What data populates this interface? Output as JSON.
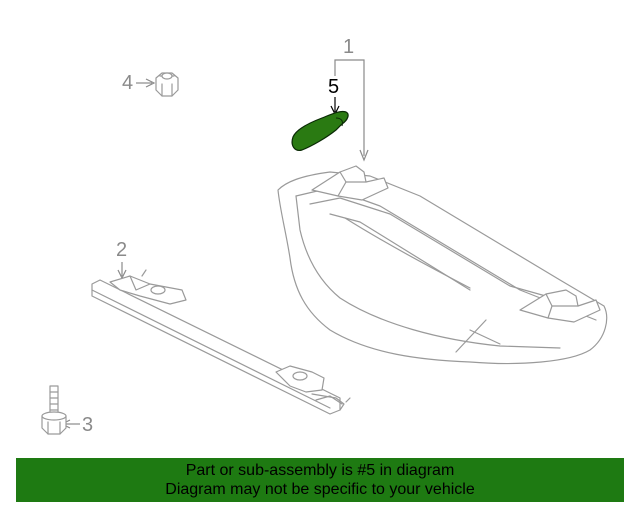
{
  "callouts": {
    "c1": "1",
    "c2": "2",
    "c3": "3",
    "c4": "4",
    "c5": "5"
  },
  "highlight_color": "#2a7a12",
  "banner": {
    "line1": "Part or sub-assembly is #5 in diagram",
    "line2": "Diagram may not be specific to your vehicle",
    "background": "#1e7a12"
  }
}
